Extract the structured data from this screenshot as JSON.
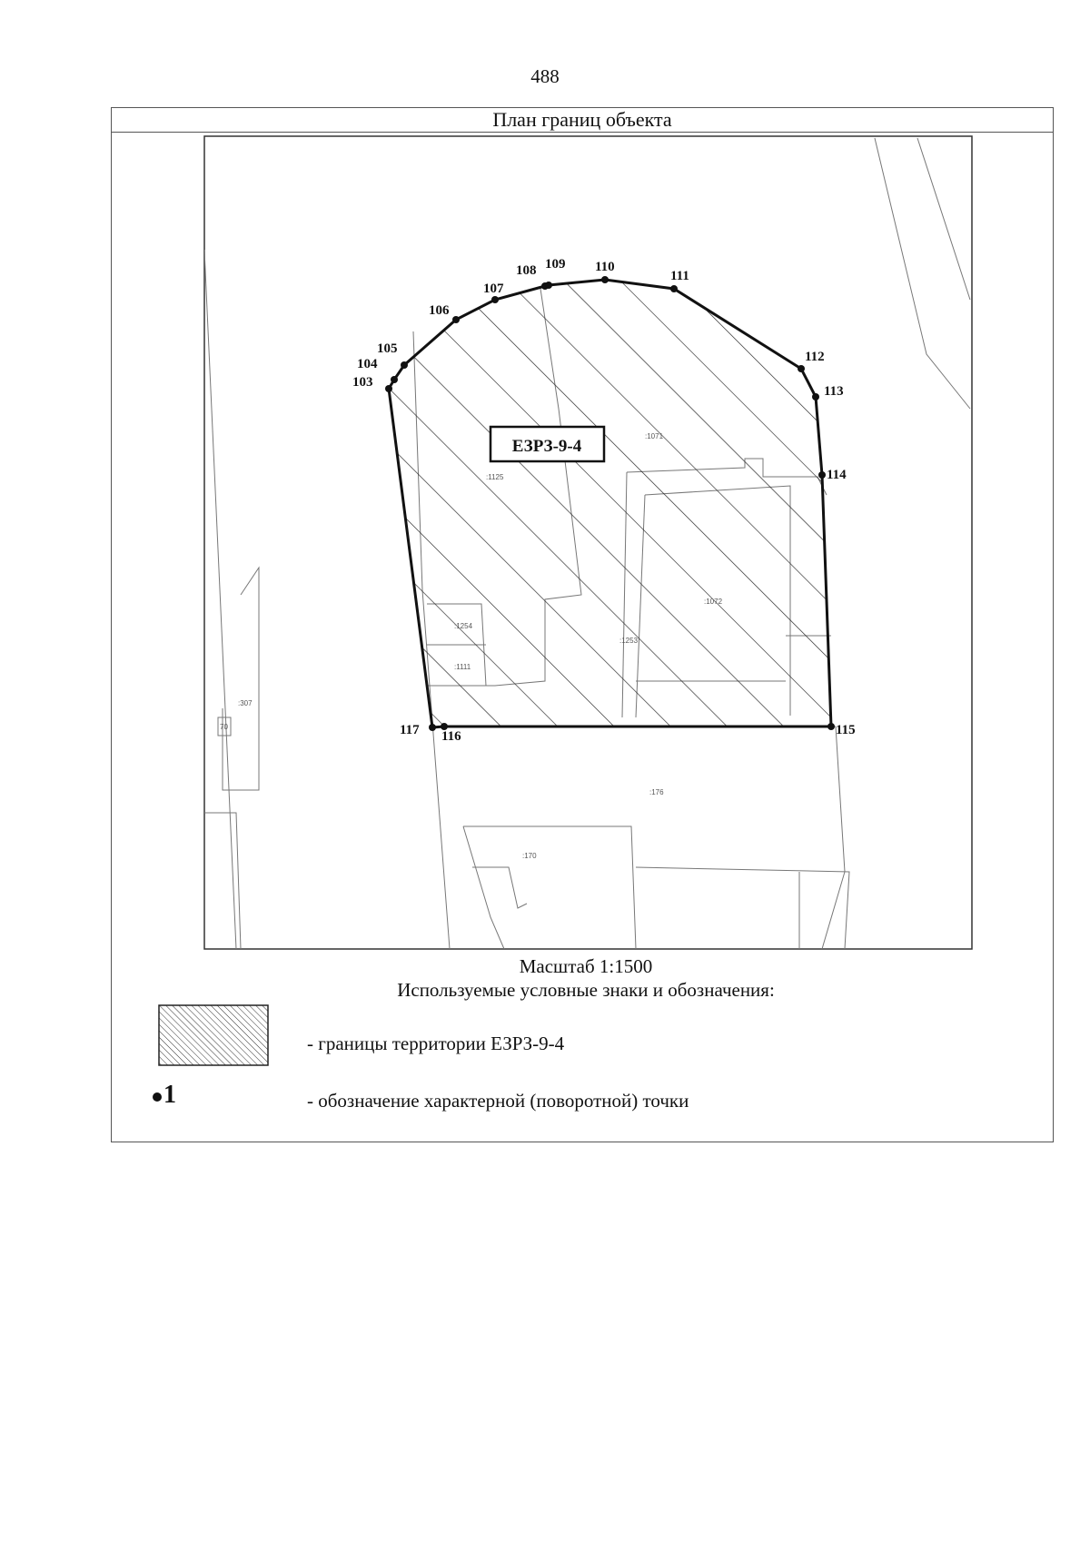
{
  "page_number": "488",
  "frame_title": "План границ объекта",
  "zone_label": "ЕЗРЗ-9-4",
  "boundary_points": [
    {
      "label": "103"
    },
    {
      "label": "104"
    },
    {
      "label": "105"
    },
    {
      "label": "106"
    },
    {
      "label": "107"
    },
    {
      "label": "108"
    },
    {
      "label": "109"
    },
    {
      "label": "110"
    },
    {
      "label": "111"
    },
    {
      "label": "112"
    },
    {
      "label": "113"
    },
    {
      "label": "114"
    },
    {
      "label": "115"
    },
    {
      "label": "116"
    },
    {
      "label": "117"
    }
  ],
  "parcel_labels": [
    ":1125",
    ":1071",
    ":1072",
    ":1254",
    ":1253",
    ":1111",
    ":307",
    "70",
    ":176",
    ":170"
  ],
  "scale": "Масштаб 1:1500",
  "legend": {
    "title": "Используемые условные знаки и обозначения:",
    "items": [
      {
        "text": "- границы территории ЕЗРЗ-9-4"
      },
      {
        "symbol": "1",
        "text": "- обозначение характерной (поворотной) точки"
      }
    ]
  }
}
